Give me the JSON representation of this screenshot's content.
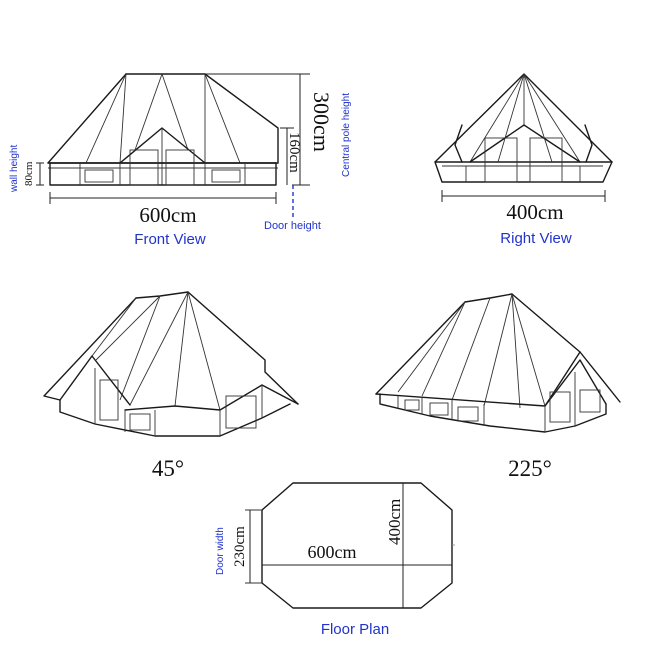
{
  "front_view": {
    "title": "Front View",
    "width_dim": "600cm",
    "height_dim": "300cm",
    "height_label": "Central pole height",
    "door_dim": "160cm",
    "door_label": "Door height",
    "wall_label": "wall height",
    "wall_dim": "80cm"
  },
  "right_view": {
    "title": "Right View",
    "width_dim": "400cm"
  },
  "angle_views": [
    {
      "label": "45°"
    },
    {
      "label": "225°"
    }
  ],
  "floor_plan": {
    "title": "Floor Plan",
    "length_dim": "600cm",
    "width_dim": "400cm",
    "door_label": "Door width",
    "door_dim": "230cm"
  },
  "colors": {
    "label_blue": "#2233cc",
    "line": "#1a1a1a"
  }
}
